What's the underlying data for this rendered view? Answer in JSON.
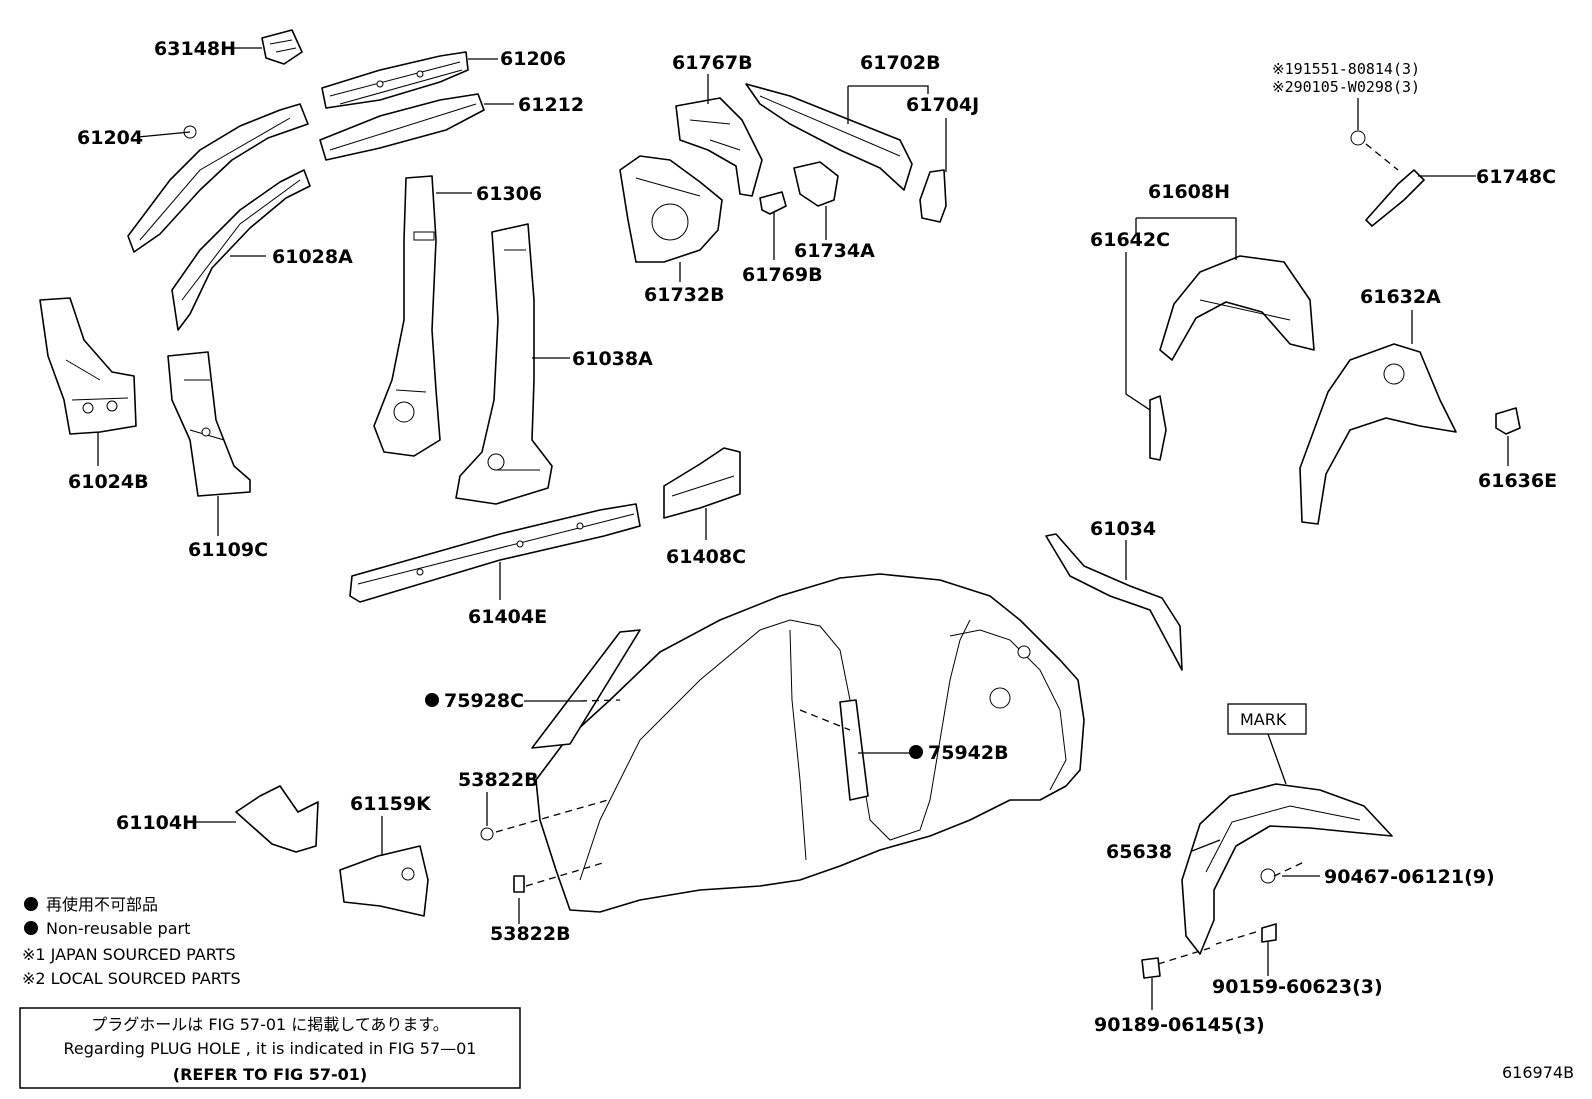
{
  "parts": {
    "p63148H": "63148H",
    "p61206": "61206",
    "p61212": "61212",
    "p61204": "61204",
    "p61306": "61306",
    "p61028A": "61028A",
    "p61024B": "61024B",
    "p61109C": "61109C",
    "p61038A": "61038A",
    "p61767B": "61767B",
    "p61702B": "61702B",
    "p61704J": "61704J",
    "p61734A": "61734A",
    "p61769B": "61769B",
    "p61732B": "61732B",
    "p61408C": "61408C",
    "p61404E": "61404E",
    "p61748C": "61748C",
    "p61608H": "61608H",
    "p61642C": "61642C",
    "p61632A": "61632A",
    "p61636E": "61636E",
    "p61034": "61034",
    "p75928C": "75928C",
    "p75942B": "75942B",
    "p53822B_top": "53822B",
    "p53822B_bottom": "53822B",
    "p61104H": "61104H",
    "p61159K": "61159K",
    "p65638": "65638",
    "p90467": "90467-06121(9)",
    "p90159": "90159-60623(3)",
    "p90189": "90189-06145(3)",
    "clip1": "※191551-80814(3)",
    "clip2": "※290105-W0298(3)"
  },
  "mark_box": "MARK",
  "legend": {
    "nonreusable_jp": "再使用不可部品",
    "nonreusable_en": "Non-reusable part",
    "japan_sourced": "※1 JAPAN SOURCED PARTS",
    "local_sourced": "※2 LOCAL SOURCED PARTS"
  },
  "note": {
    "line_jp": "プラグホールは FIG 57-01 に掲載してあります。",
    "line_en": "Regarding  PLUG  HOLE , it is indicated in  FIG  57—01",
    "line_ref": "(REFER TO FIG 57-01)"
  },
  "figure_id": "616974B"
}
